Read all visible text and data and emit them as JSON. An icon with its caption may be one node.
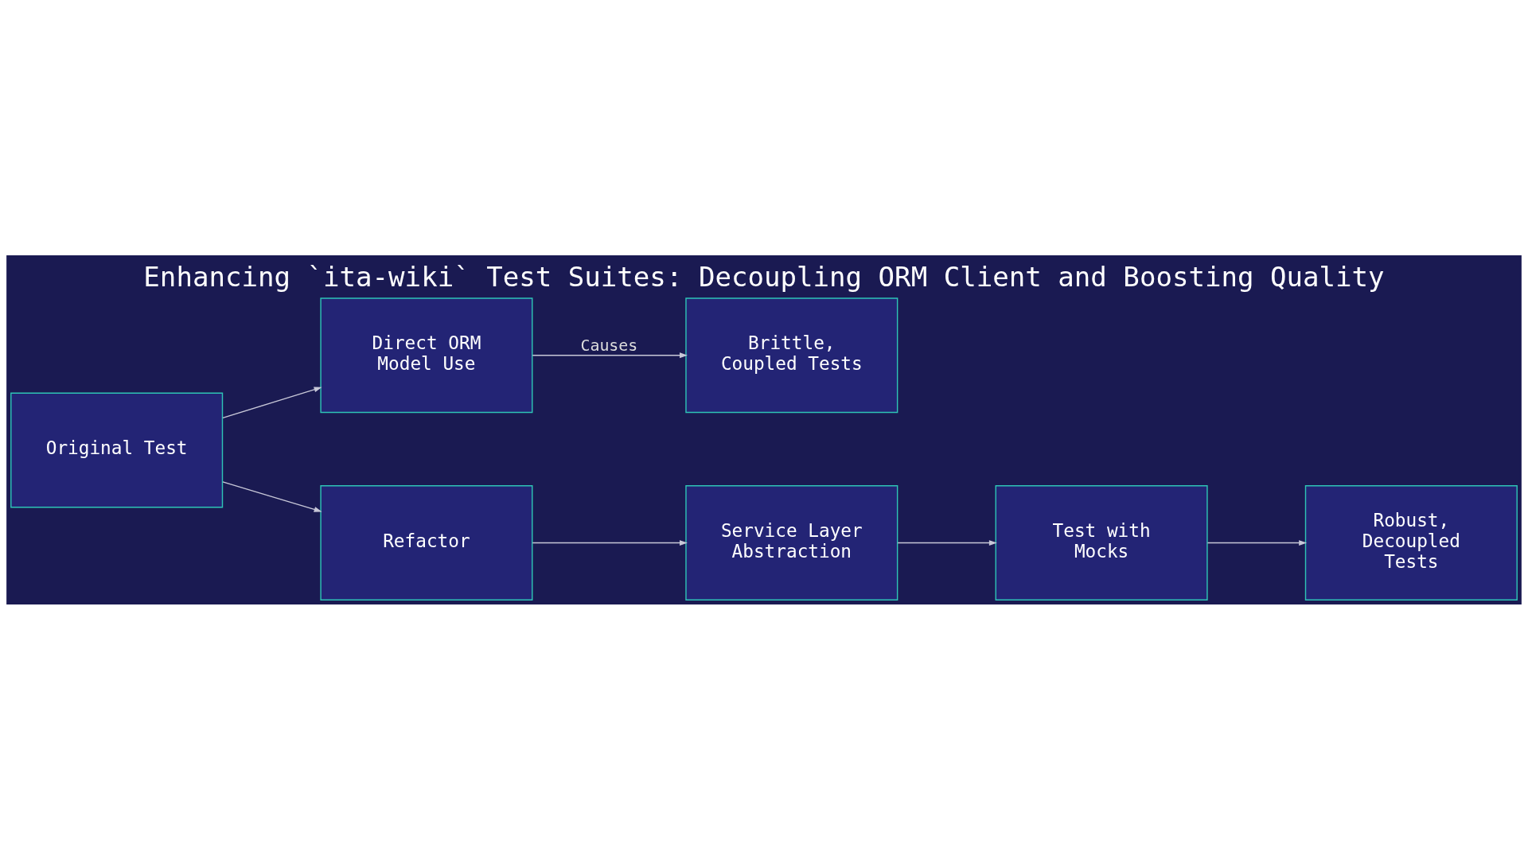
{
  "diagram": {
    "title": "Enhancing `ita-wiki` Test Suites: Decoupling ORM Client and Boosting Quality",
    "nodes": [
      {
        "text": [
          "Original Test"
        ]
      },
      {
        "text": [
          "Direct ORM Model Use"
        ]
      },
      {
        "text": [
          "Brittle, Coupled Tests"
        ]
      },
      {
        "text": [
          "Refactor"
        ]
      },
      {
        "text": [
          "Service Layer Abstraction"
        ]
      },
      {
        "text": [
          "Test with Mocks"
        ]
      },
      {
        "text": [
          "Robust, Decoupled Tests"
        ]
      }
    ],
    "edges": [
      {
        "from": 0,
        "to": 1,
        "arrow": "to"
      },
      {
        "from": 1,
        "to": 2,
        "arrow": "to",
        "label": "Causes"
      },
      {
        "from": 0,
        "to": 3,
        "arrow": "to"
      },
      {
        "from": 3,
        "to": 4,
        "arrow": "to"
      },
      {
        "from": 4,
        "to": 5,
        "arrow": "to"
      },
      {
        "from": 5,
        "to": 6,
        "arrow": "to"
      }
    ]
  }
}
